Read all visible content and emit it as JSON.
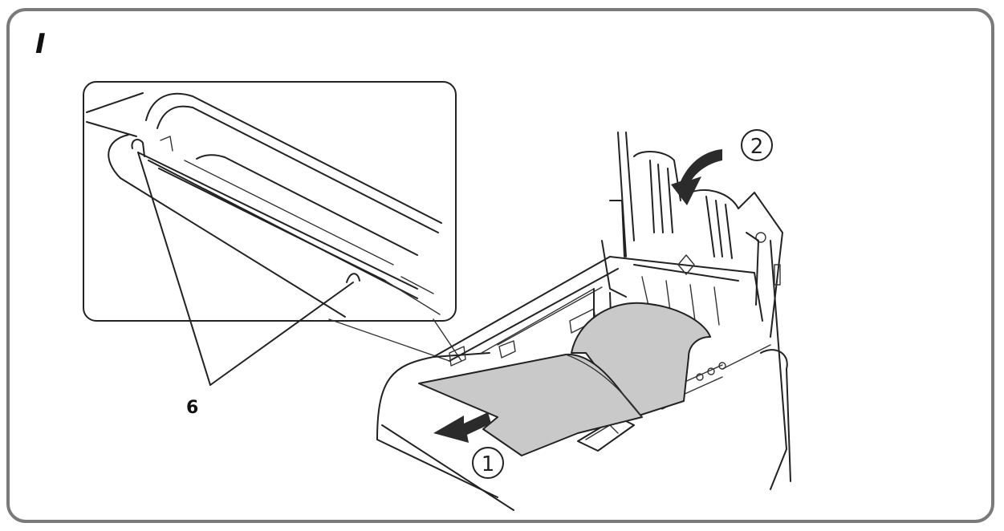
{
  "step": {
    "label": "I"
  },
  "callout": {
    "number": "6"
  },
  "steps": {
    "one": "1",
    "two": "2"
  },
  "colors": {
    "frame": "#7a7a7a",
    "paper": "#c9c9c9",
    "line": "#222222"
  }
}
